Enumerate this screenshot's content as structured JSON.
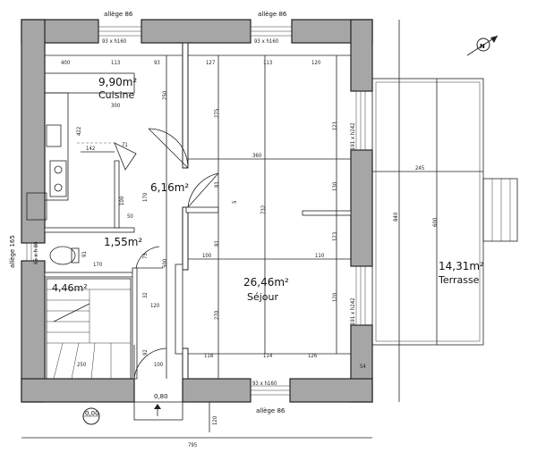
{
  "rooms": {
    "cuisine": {
      "area": "9,90m²",
      "name": "Cuisine"
    },
    "hall": {
      "area": "6,16m²"
    },
    "wc": {
      "area": "1,55m²"
    },
    "stair": {
      "area": "4,46m²"
    },
    "sejour": {
      "area": "26,46m²",
      "name": "Séjour"
    },
    "terrasse": {
      "area": "14,31m²",
      "name": "Terrasse"
    }
  },
  "windows": {
    "top_left": {
      "allege": "allège 86",
      "size": "93 x h160"
    },
    "top_right": {
      "allege": "allège 86",
      "size": "93 x h160"
    },
    "bottom": {
      "allege": "allège 86",
      "size": "93 x h160"
    },
    "right_top": {
      "size": "191 x h242"
    },
    "right_bottom": {
      "size": "191 x h242"
    },
    "left": {
      "allege": "allège 165",
      "size": "65 x h 80"
    }
  },
  "door": {
    "width": "0,80",
    "level": "0,00"
  },
  "dims": {
    "d400": "400",
    "d113a": "113",
    "d93": "93",
    "d127": "127",
    "d113b": "113",
    "d120a": "120",
    "d300": "300",
    "d250": "250",
    "d275": "275",
    "d121a": "121",
    "d422": "422",
    "d142": "142",
    "d71": "71",
    "d360": "360",
    "d245": "245",
    "d170a": "170",
    "d100a": "100",
    "d130": "130",
    "d5": "5",
    "d732": "732",
    "d600": "600",
    "d840": "840",
    "d81a": "81",
    "d81b": "81",
    "d50": "50",
    "d91": "91",
    "d170b": "170",
    "d75": "75",
    "d500": "500",
    "d100b": "100",
    "d110": "110",
    "d123": "123",
    "d32": "32",
    "d120b": "120",
    "d270": "270",
    "d120c": "120",
    "d118": "118",
    "d114": "114",
    "d126": "126",
    "d92": "92",
    "d100c": "100",
    "d250b": "250",
    "d54": "54",
    "d120d": "120",
    "d795": "795"
  }
}
